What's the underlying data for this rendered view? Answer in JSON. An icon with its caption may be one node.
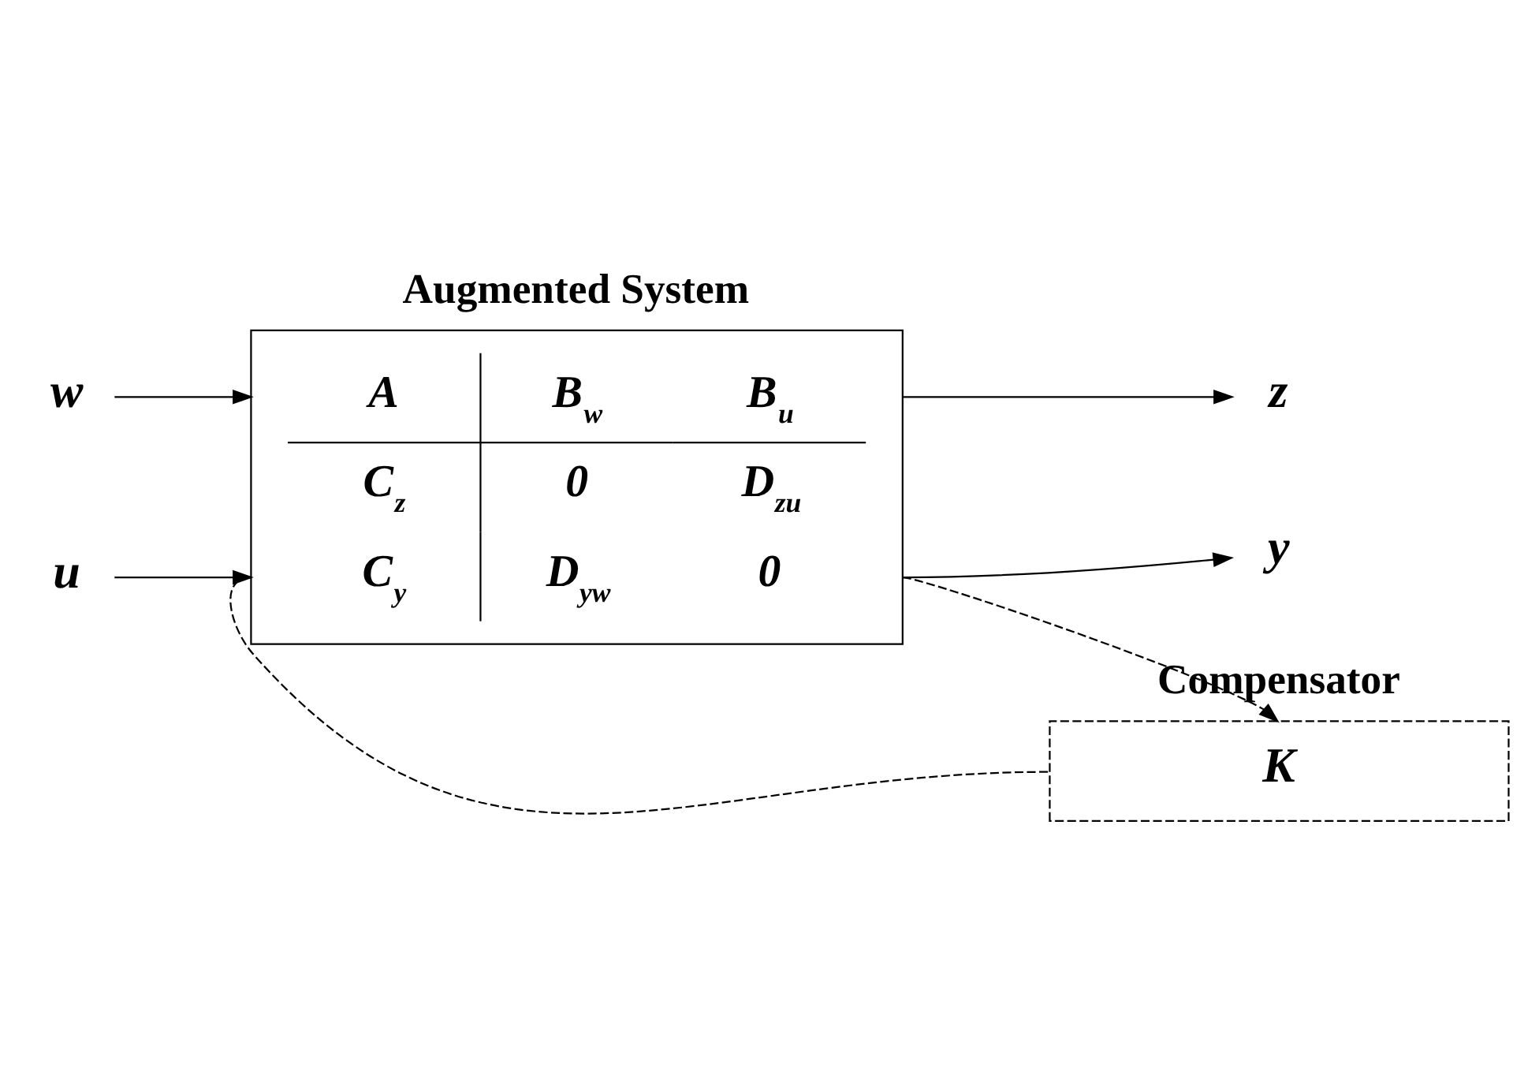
{
  "diagram": {
    "nodes": [
      {
        "text": [
          "Augmented System",
          "A",
          "B$_{w}$",
          "B$_{u}$",
          "C$_{z}$",
          "0",
          "D$_{zu}$",
          "C$_{y}$",
          "D$_{yw}$",
          "0"
        ]
      },
      {
        "text": [
          "w"
        ]
      },
      {
        "text": [
          "u"
        ]
      },
      {
        "text": [
          "z"
        ]
      },
      {
        "text": [
          "y"
        ]
      },
      {
        "text": [
          "Compensator",
          "K"
        ]
      }
    ],
    "edges": [
      {
        "from": 1,
        "to": 0,
        "arrow": "to"
      },
      {
        "from": 2,
        "to": 0,
        "arrow": "to"
      },
      {
        "from": 0,
        "to": 3,
        "arrow": "to"
      },
      {
        "from": 0,
        "to": 4,
        "arrow": "to"
      },
      {
        "from": 0,
        "to": 5,
        "arrow": "to",
        "style": "dashed"
      },
      {
        "from": 5,
        "to": 0,
        "arrow": "none",
        "style": "dashed"
      }
    ]
  }
}
